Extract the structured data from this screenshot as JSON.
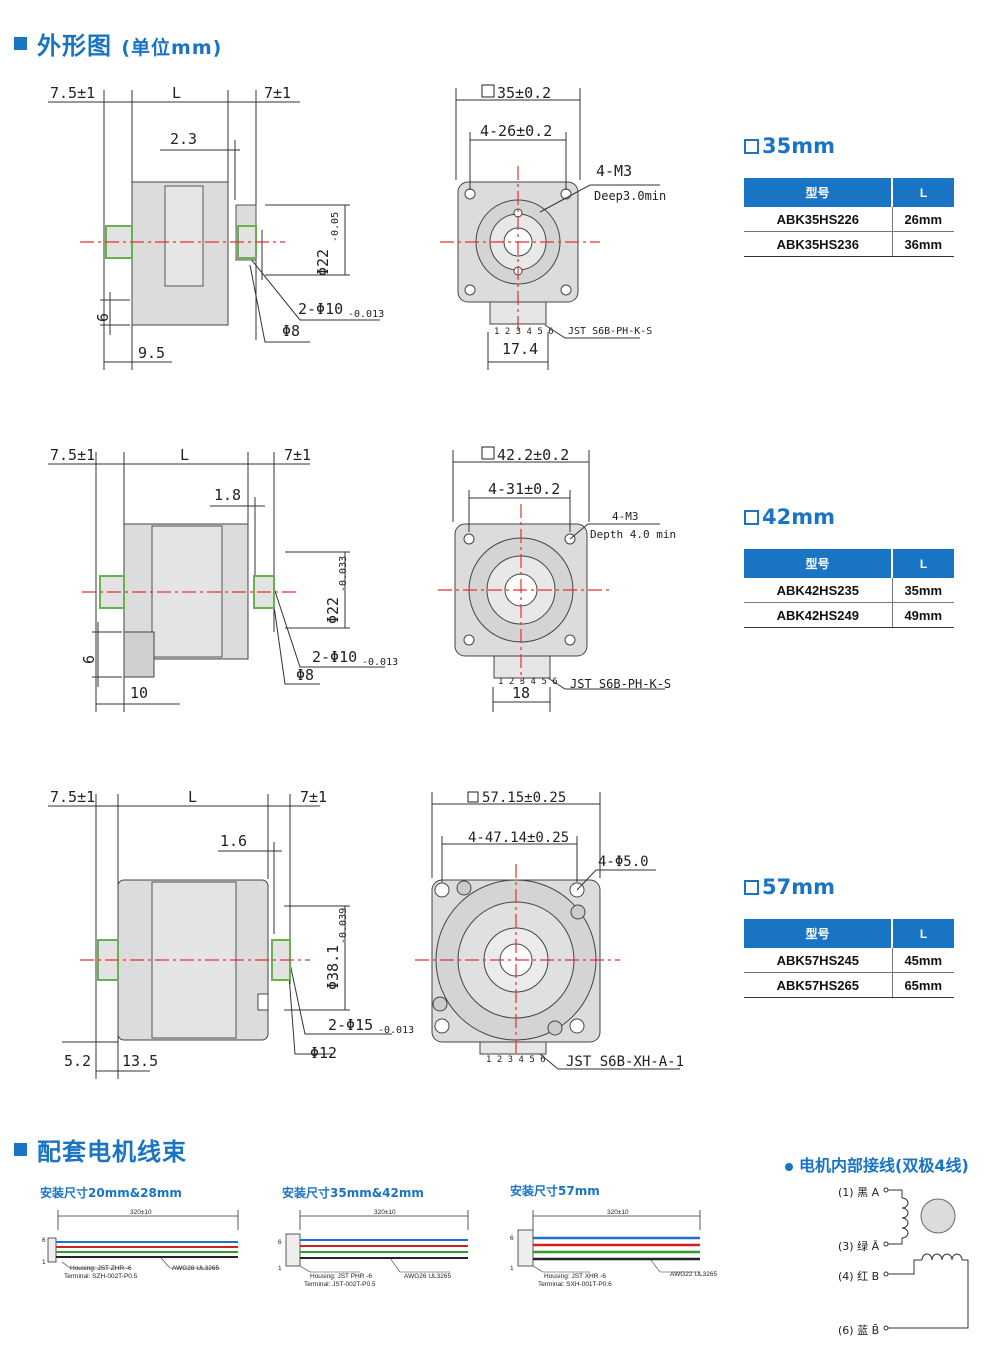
{
  "sections": {
    "outline_title": "外形图",
    "outline_unit": "(单位mm)",
    "harness_title": "配套电机线束",
    "wiring_title": "电机内部接线(双极4线)"
  },
  "models": [
    {
      "size": "35mm",
      "header": [
        "型号",
        "L"
      ],
      "rows": [
        [
          "ABK35HS226",
          "26mm"
        ],
        [
          "ABK35HS236",
          "36mm"
        ]
      ],
      "dims": {
        "shaft_ext": "7.5±1",
        "body": "L",
        "flange": "7±1",
        "boss_t": "2.3",
        "boss_d": "Φ22",
        "boss_tol": "-0.05",
        "shaft": "2-Φ10",
        "shaft_tol": "-0.013",
        "shaft_flat": "Φ8",
        "base_h": "6",
        "base_w": "9.5",
        "square": "35±0.2",
        "holes": "4-26±0.2",
        "tap": "4-M3",
        "tap_depth": "Deep3.0min",
        "connector": "JST S6B-PH-K-S",
        "conn_w": "17.4",
        "pins": "1 2 3 4 5 6"
      }
    },
    {
      "size": "42mm",
      "header": [
        "型号",
        "L"
      ],
      "rows": [
        [
          "ABK42HS235",
          "35mm"
        ],
        [
          "ABK42HS249",
          "49mm"
        ]
      ],
      "dims": {
        "shaft_ext": "7.5±1",
        "body": "L",
        "flange": "7±1",
        "boss_t": "1.8",
        "boss_d": "Φ22",
        "boss_tol": "-0.033",
        "shaft": "2-Φ10",
        "shaft_tol": "-0.013",
        "shaft_flat": "Φ8",
        "base_h": "6",
        "base_w": "10",
        "square": "42.2±0.2",
        "holes": "4-31±0.2",
        "tap": "4-M3",
        "tap_depth": "Depth 4.0 min",
        "connector": "JST S6B-PH-K-S",
        "conn_w": "18",
        "pins": "1 2 3 4 5 6"
      }
    },
    {
      "size": "57mm",
      "header": [
        "型号",
        "L"
      ],
      "rows": [
        [
          "ABK57HS245",
          "45mm"
        ],
        [
          "ABK57HS265",
          "65mm"
        ]
      ],
      "dims": {
        "shaft_ext": "7.5±1",
        "body": "L",
        "flange": "7±1",
        "boss_t": "1.6",
        "boss_d": "Φ38.1",
        "boss_tol": "-0.039",
        "shaft": "2-Φ15",
        "shaft_tol": "-0.013",
        "shaft_flat": "Φ12",
        "base_h": "5.2",
        "base_w": "13.5",
        "square": "57.15±0.25",
        "holes": "4-47.14±0.25",
        "tap": "4-Φ5.0",
        "tap_depth": "",
        "connector": "JST S6B-XH-A-1",
        "conn_w": "",
        "pins": "1 2 3 4 5 6"
      }
    }
  ],
  "harness": [
    {
      "caption": "安装尺寸20mm&28mm",
      "length": "320±10",
      "pin_top": "6",
      "pin_bot": "1",
      "housing": "Housing: JST ZHR -6",
      "terminal": "Terminal: SZH-002T-P0.5",
      "awg": "AWG28 UL3265"
    },
    {
      "caption": "安装尺寸35mm&42mm",
      "length": "320±10",
      "pin_top": "6",
      "pin_bot": "1",
      "housing": "Housing: JST PHR -6",
      "terminal": "Terminal: JST-002T-P0.5",
      "awg": "AWG26 UL3265"
    },
    {
      "caption": "安装尺寸57mm",
      "length": "320±10",
      "pin_top": "6",
      "pin_bot": "1",
      "housing": "Housing: JST XHR -6",
      "terminal": "Terminal: SXH-001T-P0.6",
      "awg": "AWG22 UL3265"
    }
  ],
  "wiring": [
    {
      "label": "(1) 黑 A"
    },
    {
      "label": "(3) 绿 Ā"
    },
    {
      "label": "(4) 红 B"
    },
    {
      "label": "(6) 蓝 B̄"
    }
  ],
  "colors": {
    "accent": "#1a74c4",
    "centerline": "#e53030",
    "shaft": "#6ab04c",
    "body": "#dcdcdc"
  }
}
